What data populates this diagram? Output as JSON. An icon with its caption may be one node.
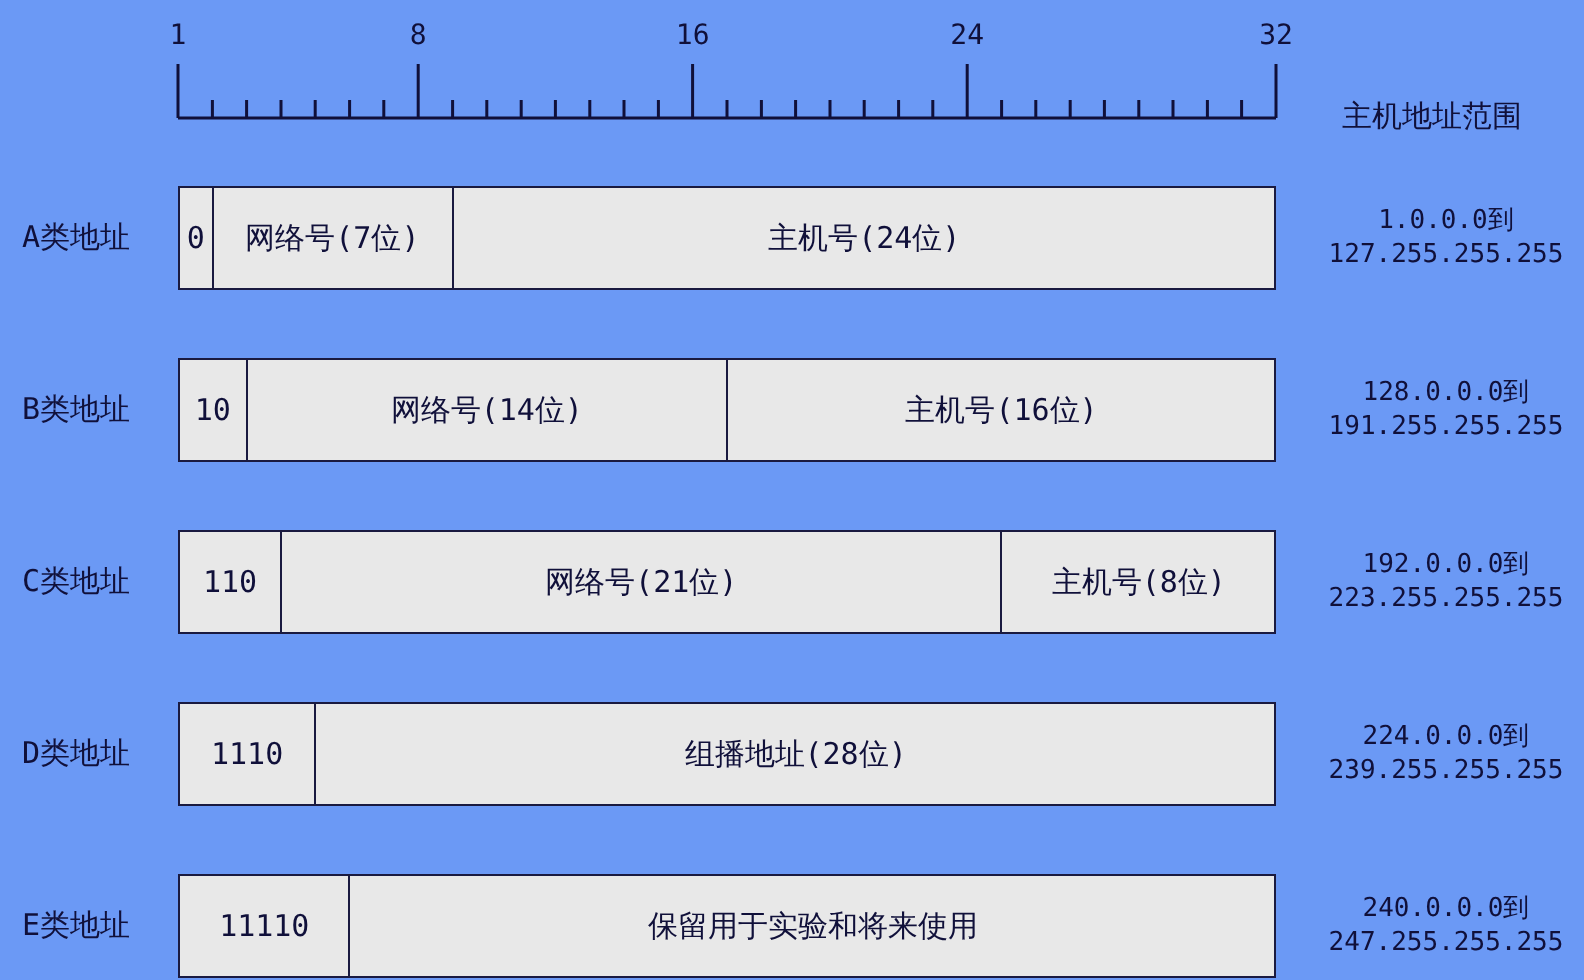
{
  "diagram": {
    "nodes": [
      {
        "text": [],
        "shape": "bar",
        "beside": [
          "A类地址",
          "1.0.0.0到 127.255.255.255"
        ]
      },
      {
        "text": [
          "0"
        ],
        "in": 0
      },
      {
        "text": [
          "网络号(7位)"
        ],
        "in": 0
      },
      {
        "text": [
          "主机号(24位)"
        ],
        "in": 0
      },
      {
        "text": [],
        "shape": "bar",
        "beside": [
          "B类地址",
          "128.0.0.0到 191.255.255.255"
        ]
      },
      {
        "text": [
          "10"
        ],
        "in": 4
      },
      {
        "text": [
          "网络号(14位)"
        ],
        "in": 4
      },
      {
        "text": [
          "主机号(16位)"
        ],
        "in": 4
      },
      {
        "text": [],
        "shape": "bar",
        "beside": [
          "C类地址",
          "192.0.0.0到 223.255.255.255"
        ]
      },
      {
        "text": [
          "110"
        ],
        "in": 8
      },
      {
        "text": [
          "网络号(21位)"
        ],
        "in": 8
      },
      {
        "text": [
          "主机号(8位)"
        ],
        "in": 8
      },
      {
        "text": [],
        "shape": "bar",
        "beside": [
          "D类地址",
          "224.0.0.0到 239.255.255.255"
        ]
      },
      {
        "text": [
          "1110"
        ],
        "in": 12
      },
      {
        "text": [
          "组播地址(28位)"
        ],
        "in": 12
      },
      {
        "text": [],
        "shape": "bar",
        "beside": [
          "E类地址",
          "240.0.0.0到 247.255.255.255"
        ]
      },
      {
        "text": [
          "11110"
        ],
        "in": 15
      },
      {
        "text": [
          "保留用于实验和将来使用"
        ],
        "in": 15
      }
    ],
    "labels": [
      "1",
      "8",
      "16",
      "24",
      "32",
      "主机地址范围"
    ]
  }
}
